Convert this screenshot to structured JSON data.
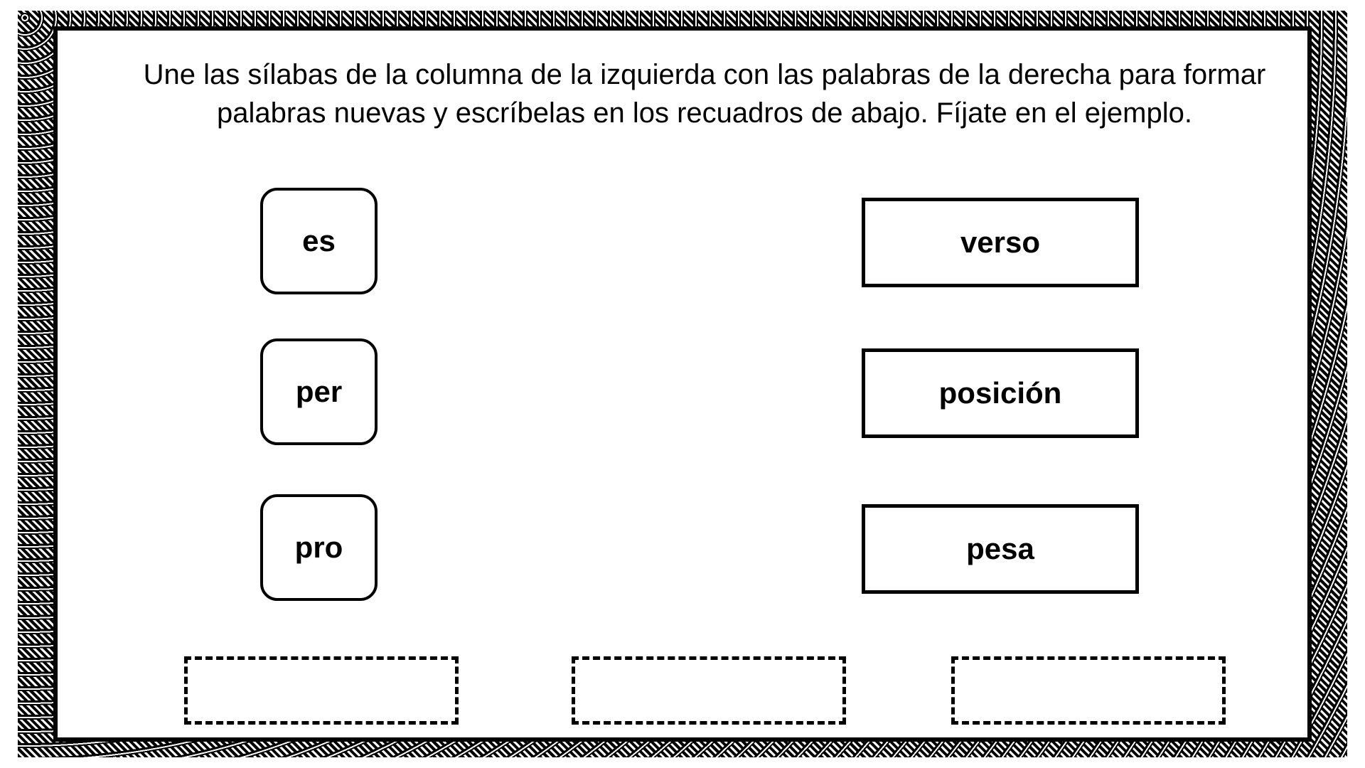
{
  "instructions": "Une las sílabas de la columna de la izquierda con las palabras de la derecha para formar palabras nuevas y escríbelas en los recuadros de abajo. Fíjate en el ejemplo.",
  "syllables": [
    "es",
    "per",
    "pro"
  ],
  "words": [
    "verso",
    "posición",
    "pesa"
  ],
  "answers": [
    "",
    "",
    ""
  ]
}
